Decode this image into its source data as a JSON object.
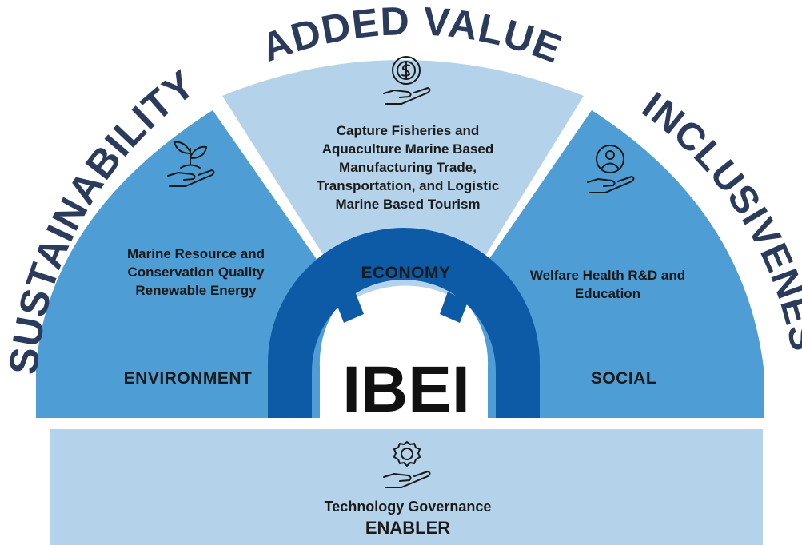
{
  "center_label": "IBEI",
  "arcs": {
    "left": "SUSTAINABILITY",
    "top": "ADDED VALUE",
    "right": "INCLUSIVENESS"
  },
  "segments": {
    "environment": {
      "category": "ENVIRONMENT",
      "text": "Marine Resource and Conservation Quality Renewable Energy",
      "icon": "plant-in-hand-icon"
    },
    "economy": {
      "category": "ECONOMY",
      "text": "Capture Fisheries and Aquaculture Marine Based Manufacturing Trade, Transportation, and Logistic Marine Based Tourism",
      "icon": "coin-in-hand-icon"
    },
    "social": {
      "category": "SOCIAL",
      "text": "Welfare Health R&D and Education",
      "icon": "person-in-hand-icon"
    },
    "enabler": {
      "category": "ENABLER",
      "text": "Technology Governance",
      "icon": "gear-in-hand-icon"
    }
  },
  "colors": {
    "light_blue": "#b4d3ea",
    "mid_blue": "#4e9dd4",
    "dark_blue": "#0d5aa7",
    "title_navy": "#2b3b5c"
  }
}
